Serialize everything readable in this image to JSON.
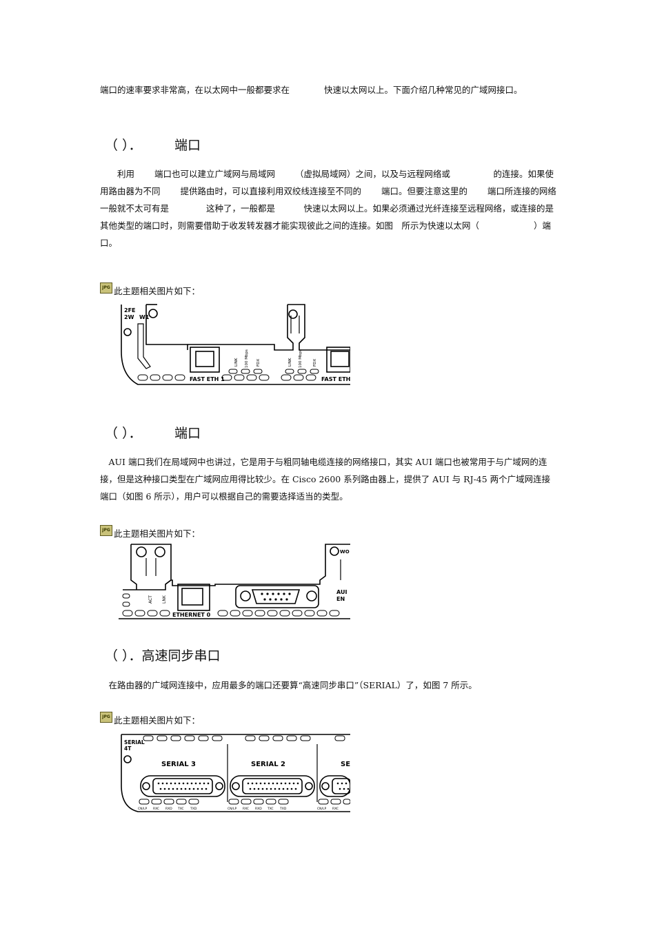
{
  "para_intro": "端口的速率要求非常高，在以太网中一般都要求在　　　　快速以太网以上。下面介绍几种常见的广域网接口。",
  "heading_1": "（ ）．　　　端口",
  "para_1": "　　利用　　 端口也可以建立广域网与局域网　　 （虚拟局域网）之间，以及与远程网络或　　　　　的连接。如果使用路由器为不同　　 提供路由时，可以直接利用双绞线连接至不同的　　 端口。但要注意这里的　　 端口所连接的网络一般就不太可有是　　　　 这种了，一般都是　　　 快速以太网以上。如果必须通过光纤连接至远程网络，或连接的是其他类型的端口时，则需要借助于收发转发器才能实现彼此之间的连接。如图　所示为快速以太网（　　　　　　 ）端口。",
  "caption": "此主题相关图片如下：",
  "jpg_badge": "JPG",
  "heading_2": "（ ）．　　　端口",
  "para_2": "　AUI 端口我们在局域网中也讲过，它是用于与粗同轴电缆连接的网络接口，其实 AUI 端口也被常用于与广域网的连接，但是这种接口类型在广域网应用得比较少。在 Cisco 2600 系列路由器上，提供了 AUI 与 RJ-45 两个广域网连接端口（如图 6 所示），用户可以根据自己的需要选择适当的类型。",
  "heading_3": "（ ）．高速同步串口",
  "para_3": "　在路由器的广域网连接中，应用最多的端口还要算“高速同步串口”（SERIAL）了，如图 7 所示。",
  "fig1": {
    "model_line1": "2FE",
    "model_line2": "2W",
    "slot": "W1",
    "led_link": "LINK",
    "led_100": "100 Mbps",
    "led_fdx": "FDX",
    "port1": "FAST ETH 1",
    "port0": "FAST ETH"
  },
  "fig2": {
    "led_act": "ACT",
    "led_lnk": "LNK",
    "port": "ETHERNET 0",
    "aui_line1": "AUI",
    "aui_line2": "EN",
    "wo": "WO"
  },
  "fig3": {
    "model_line1": "SERIAL",
    "model_line2": "4T",
    "serial3": "SERIAL 3",
    "serial2": "SERIAL 2",
    "serial_cut": "SE",
    "leds": [
      "CN/LP",
      "RXC",
      "RXD",
      "TXC",
      "TXD"
    ]
  }
}
